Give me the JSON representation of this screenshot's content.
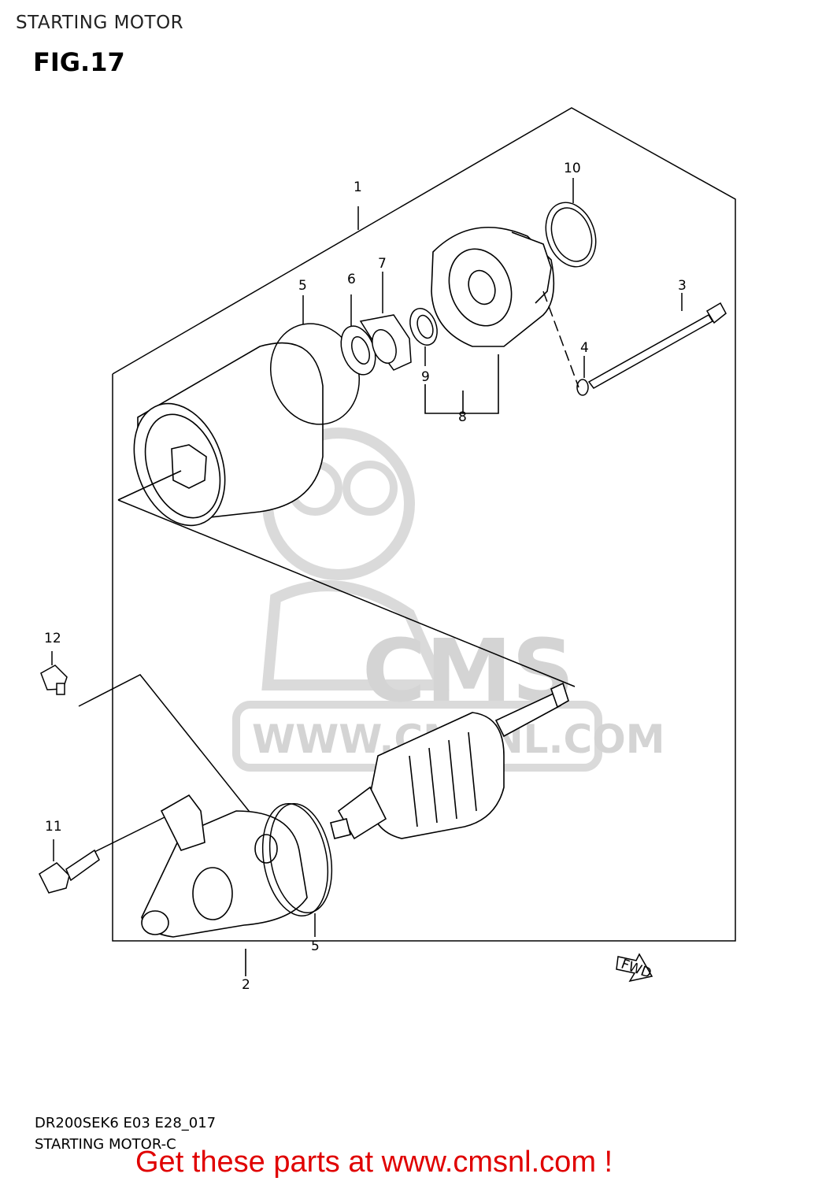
{
  "header": {
    "title": "STARTING MOTOR",
    "figure": "FIG.17"
  },
  "parts": [
    {
      "id": "callout-1",
      "label": "1"
    },
    {
      "id": "callout-2",
      "label": "2"
    },
    {
      "id": "callout-3",
      "label": "3"
    },
    {
      "id": "callout-4",
      "label": "4"
    },
    {
      "id": "callout-5a",
      "label": "5"
    },
    {
      "id": "callout-5b",
      "label": "5"
    },
    {
      "id": "callout-6",
      "label": "6"
    },
    {
      "id": "callout-7",
      "label": "7"
    },
    {
      "id": "callout-8",
      "label": "8"
    },
    {
      "id": "callout-9",
      "label": "9"
    },
    {
      "id": "callout-10",
      "label": "10"
    },
    {
      "id": "callout-11",
      "label": "11"
    },
    {
      "id": "callout-12",
      "label": "12"
    }
  ],
  "fwd_label": "FWD",
  "watermark": {
    "brand": "CMS",
    "url": "WWW.CMSNL.COM"
  },
  "footer": {
    "code": "DR200SEK6 E03 E28_017",
    "subtitle": "STARTING MOTOR-C",
    "cta": "Get these parts at www.cmsnl.com !"
  },
  "colors": {
    "cta": "#e00000",
    "line": "#000000",
    "watermark": "#d0d0d0"
  }
}
